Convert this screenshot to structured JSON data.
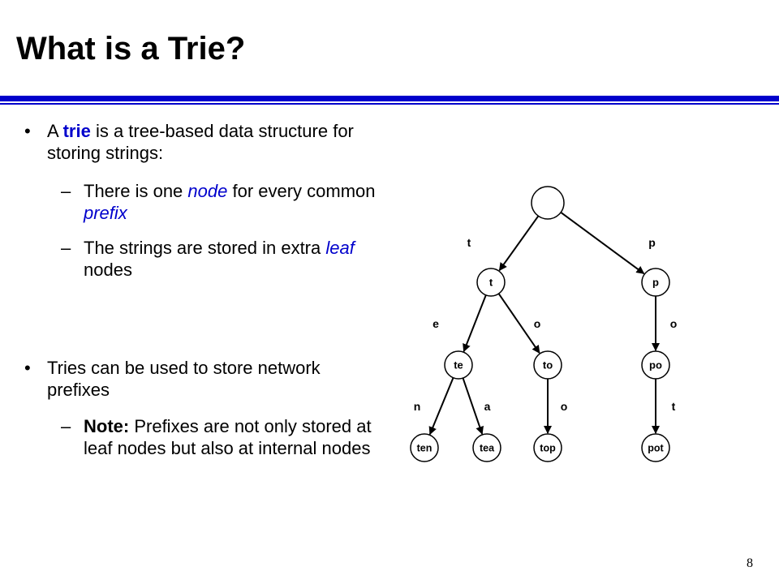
{
  "slide": {
    "title": "What is a Trie?",
    "page_number": "8",
    "accent_color": "#0000cc"
  },
  "bullets": [
    {
      "marker": "•",
      "parts": [
        "A ",
        "trie",
        " is a tree-based data structure for storing strings:"
      ],
      "subs": [
        {
          "marker": "–",
          "parts": [
            "There is one ",
            "node",
            " for every common ",
            "prefix"
          ]
        },
        {
          "marker": "–",
          "parts": [
            "The strings are stored in extra ",
            "leaf",
            " nodes"
          ]
        }
      ]
    },
    {
      "marker": "•",
      "text": "Tries can be used to store network prefixes",
      "subs": [
        {
          "marker": "–",
          "parts": [
            "Note:",
            " Prefixes are not only stored at leaf nodes but also at internal nodes"
          ]
        }
      ]
    }
  ],
  "trie": {
    "nodes": [
      {
        "id": "root",
        "label": ""
      },
      {
        "id": "t",
        "label": "t"
      },
      {
        "id": "p",
        "label": "p"
      },
      {
        "id": "te",
        "label": "te"
      },
      {
        "id": "to",
        "label": "to"
      },
      {
        "id": "po",
        "label": "po"
      },
      {
        "id": "ten",
        "label": "ten"
      },
      {
        "id": "tea",
        "label": "tea"
      },
      {
        "id": "top",
        "label": "top"
      },
      {
        "id": "pot",
        "label": "pot"
      }
    ],
    "edges": [
      {
        "from": "root",
        "to": "t",
        "label": "t"
      },
      {
        "from": "root",
        "to": "p",
        "label": "p"
      },
      {
        "from": "t",
        "to": "te",
        "label": "e"
      },
      {
        "from": "t",
        "to": "to",
        "label": "o"
      },
      {
        "from": "p",
        "to": "po",
        "label": "o"
      },
      {
        "from": "te",
        "to": "ten",
        "label": "n"
      },
      {
        "from": "te",
        "to": "tea",
        "label": "a"
      },
      {
        "from": "to",
        "to": "top",
        "label": "o"
      },
      {
        "from": "po",
        "to": "pot",
        "label": "t"
      }
    ]
  }
}
